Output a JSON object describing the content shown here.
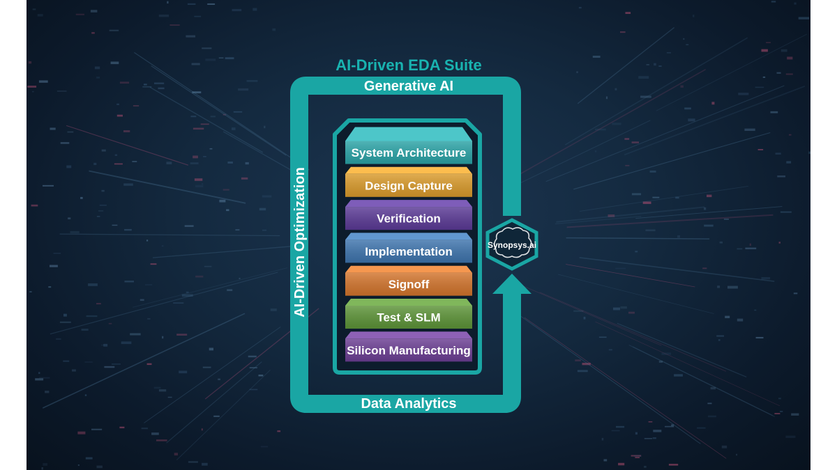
{
  "title": "AI-Driven EDA Suite",
  "frame": {
    "top_label": "Generative AI",
    "left_label": "AI-Driven Optimization",
    "bottom_label": "Data Analytics"
  },
  "badge": {
    "label": "Synopsys.ai",
    "icon": "brain-icon"
  },
  "layers": [
    {
      "label": "System Architecture",
      "color": "#2aa3a6"
    },
    {
      "label": "Design Capture",
      "color": "#d99a2b"
    },
    {
      "label": "Verification",
      "color": "#5b3a96"
    },
    {
      "label": "Implementation",
      "color": "#3e74ad"
    },
    {
      "label": "Signoff",
      "color": "#d2742c"
    },
    {
      "label": "Test & SLM",
      "color": "#5d9438"
    },
    {
      "label": "Silicon Manufacturing",
      "color": "#6b3e93"
    }
  ],
  "colors": {
    "accent": "#19b3b0",
    "frame": "#1aa6a4",
    "background": "#0e1f33"
  }
}
